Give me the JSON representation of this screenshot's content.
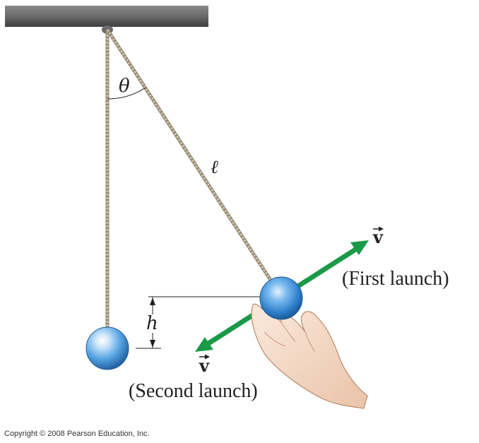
{
  "labels": {
    "theta": "θ",
    "length": "ℓ",
    "height": "h",
    "velocity_first": "v",
    "velocity_second": "v",
    "first_launch": "(First launch)",
    "second_launch": "(Second launch)"
  },
  "footer": {
    "copyright": "Copyright © 2008 Pearson Education, Inc."
  },
  "colors": {
    "ceiling": "#5a5a5a",
    "rope": "#b8ad92",
    "ball": "#4f9ee0",
    "velocity_arrow": "#1a9a48",
    "text": "#231f20",
    "skin": "#f2d6c2"
  },
  "icons": {
    "hand": "hand-illustration"
  }
}
